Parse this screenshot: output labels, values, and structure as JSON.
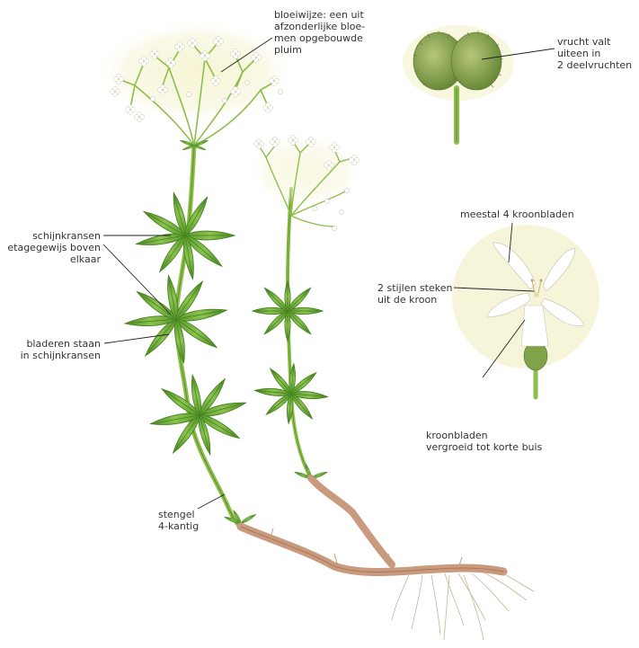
{
  "labels": {
    "inflorescence": [
      "bloeiwijze: een uit",
      "afzonderlijke bloe-",
      "men opgebouwde",
      "pluim"
    ],
    "fruit": [
      "vrucht valt",
      "uiteen in",
      "2 deelvruchten"
    ],
    "petals_count": [
      "meestal 4 kroonbladen"
    ],
    "styles": [
      "2 stijlen steken",
      "uit de kroon"
    ],
    "whorls_tiers": [
      "schijnkransen",
      "etagegewijs boven",
      "elkaar"
    ],
    "leaves_whorls": [
      "bladeren staan",
      "in schijnkransen"
    ],
    "corolla_tube": [
      "kroonbladen",
      "vergroeid tot korte buis"
    ],
    "stem": [
      "stengel",
      "4-kantig"
    ]
  },
  "colors": {
    "leaf": "#6fae3a",
    "leaf_dark": "#3f7f1e",
    "stem": "#8cbf4a",
    "rhizome": "#c99a7e",
    "root": "#c7b39a",
    "flower": "#ffffff",
    "glow": "#f3f1c9",
    "fruit": "#7f9f4f",
    "leader": "#222222"
  },
  "icons": {
    "plant": "woodruff-plant-illustration",
    "fruit": "split-fruit-illustration",
    "flower": "four-petal-flower-illustration"
  }
}
